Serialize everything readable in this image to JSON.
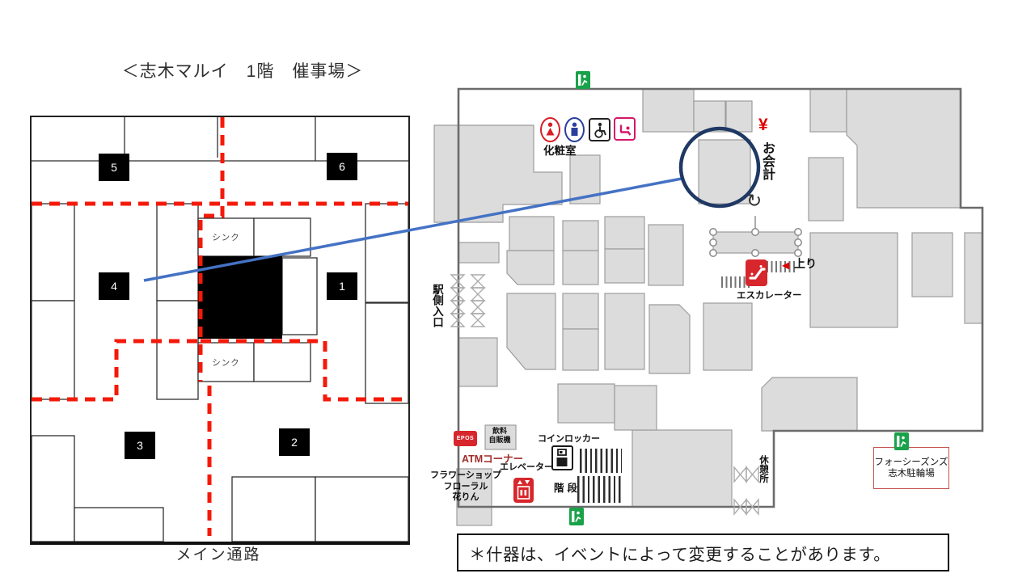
{
  "title": "＜志木マルイ　1階　催事場＞",
  "plan": {
    "chips": [
      "1",
      "2",
      "3",
      "4",
      "5",
      "6"
    ],
    "sink": "シンク",
    "main_aisle": "メイン通路"
  },
  "map": {
    "restroom": "化粧室",
    "yen": "¥",
    "checkout": "お会計",
    "rotate_glyph": "↻",
    "up": "上り",
    "up_arrow": "◀",
    "escalator": "エスカレーター",
    "station_entrance": "駅側入口",
    "coin_locker": "コインロッカー",
    "elevator": "エレベーター",
    "stairs": "階段",
    "atm": "ATMコーナー",
    "epos": "EPOS",
    "vending_line1": "飲料",
    "vending_line2": "自販機",
    "flower_line1": "フラワーショップ",
    "flower_line2": "フローラル",
    "flower_line3": "花りん",
    "rest_area": "休憩所",
    "bike_line1": "フォーシーズンズ",
    "bike_line2": "志木駐輪場"
  },
  "note": "＊什器は、イベントによって変更することがあります。",
  "colors": {
    "red_dashed": "#F41909",
    "blue_line": "#4472C4",
    "highlight_circle": "#1F3864",
    "exit_green": "#19A24A",
    "icon_red": "#D7262C",
    "atm_text": "#9E2B28",
    "bike_border": "#C4524E",
    "yen_red": "#E00000",
    "fixture_gray": "#DCDCDC"
  }
}
